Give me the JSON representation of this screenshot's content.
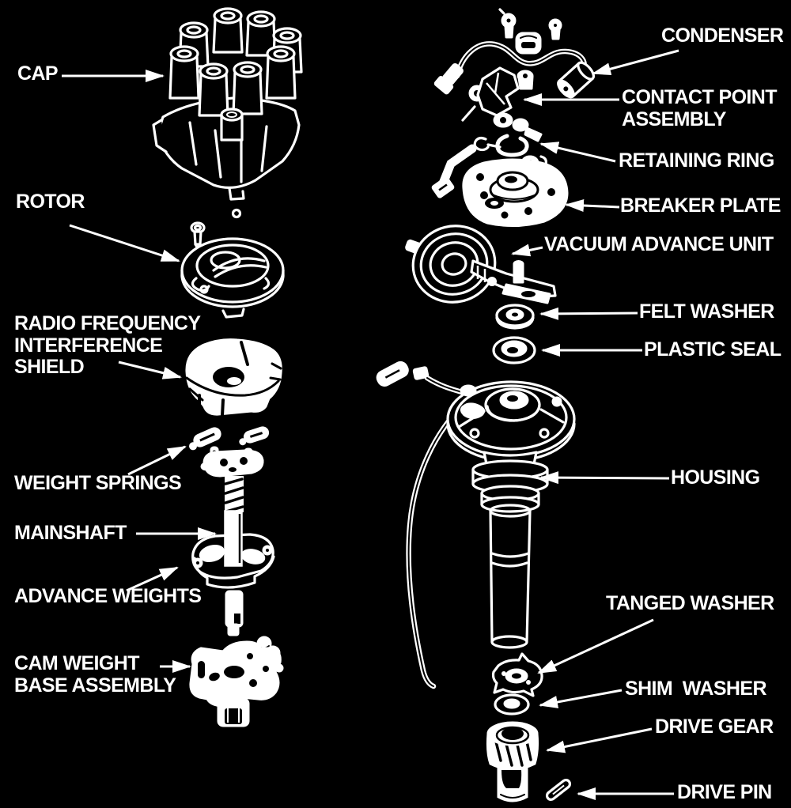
{
  "colors": {
    "background": "#000000",
    "line": "#ffffff",
    "text": "#ffffff"
  },
  "labels": {
    "cap": "CAP",
    "rotor": "ROTOR",
    "rf_shield": "RADIO FREQUENCY\nINTERFERENCE\nSHIELD",
    "weight_springs": "WEIGHT SPRINGS",
    "mainshaft": "MAINSHAFT",
    "advance_weights": "ADVANCE WEIGHTS",
    "cam_weight_base": "CAM WEIGHT\nBASE ASSEMBLY",
    "condenser": "CONDENSER",
    "contact_point": "CONTACT POINT\nASSEMBLY",
    "retaining_ring": "RETAINING RING",
    "breaker_plate": "BREAKER PLATE",
    "vacuum_advance": "VACUUM ADVANCE UNIT",
    "felt_washer": "FELT WASHER",
    "plastic_seal": "PLASTIC SEAL",
    "housing": "HOUSING",
    "tanged_washer": "TANGED WASHER",
    "shim_washer": "SHIM  WASHER",
    "drive_gear": "DRIVE GEAR",
    "drive_pin": "DRIVE PIN"
  }
}
